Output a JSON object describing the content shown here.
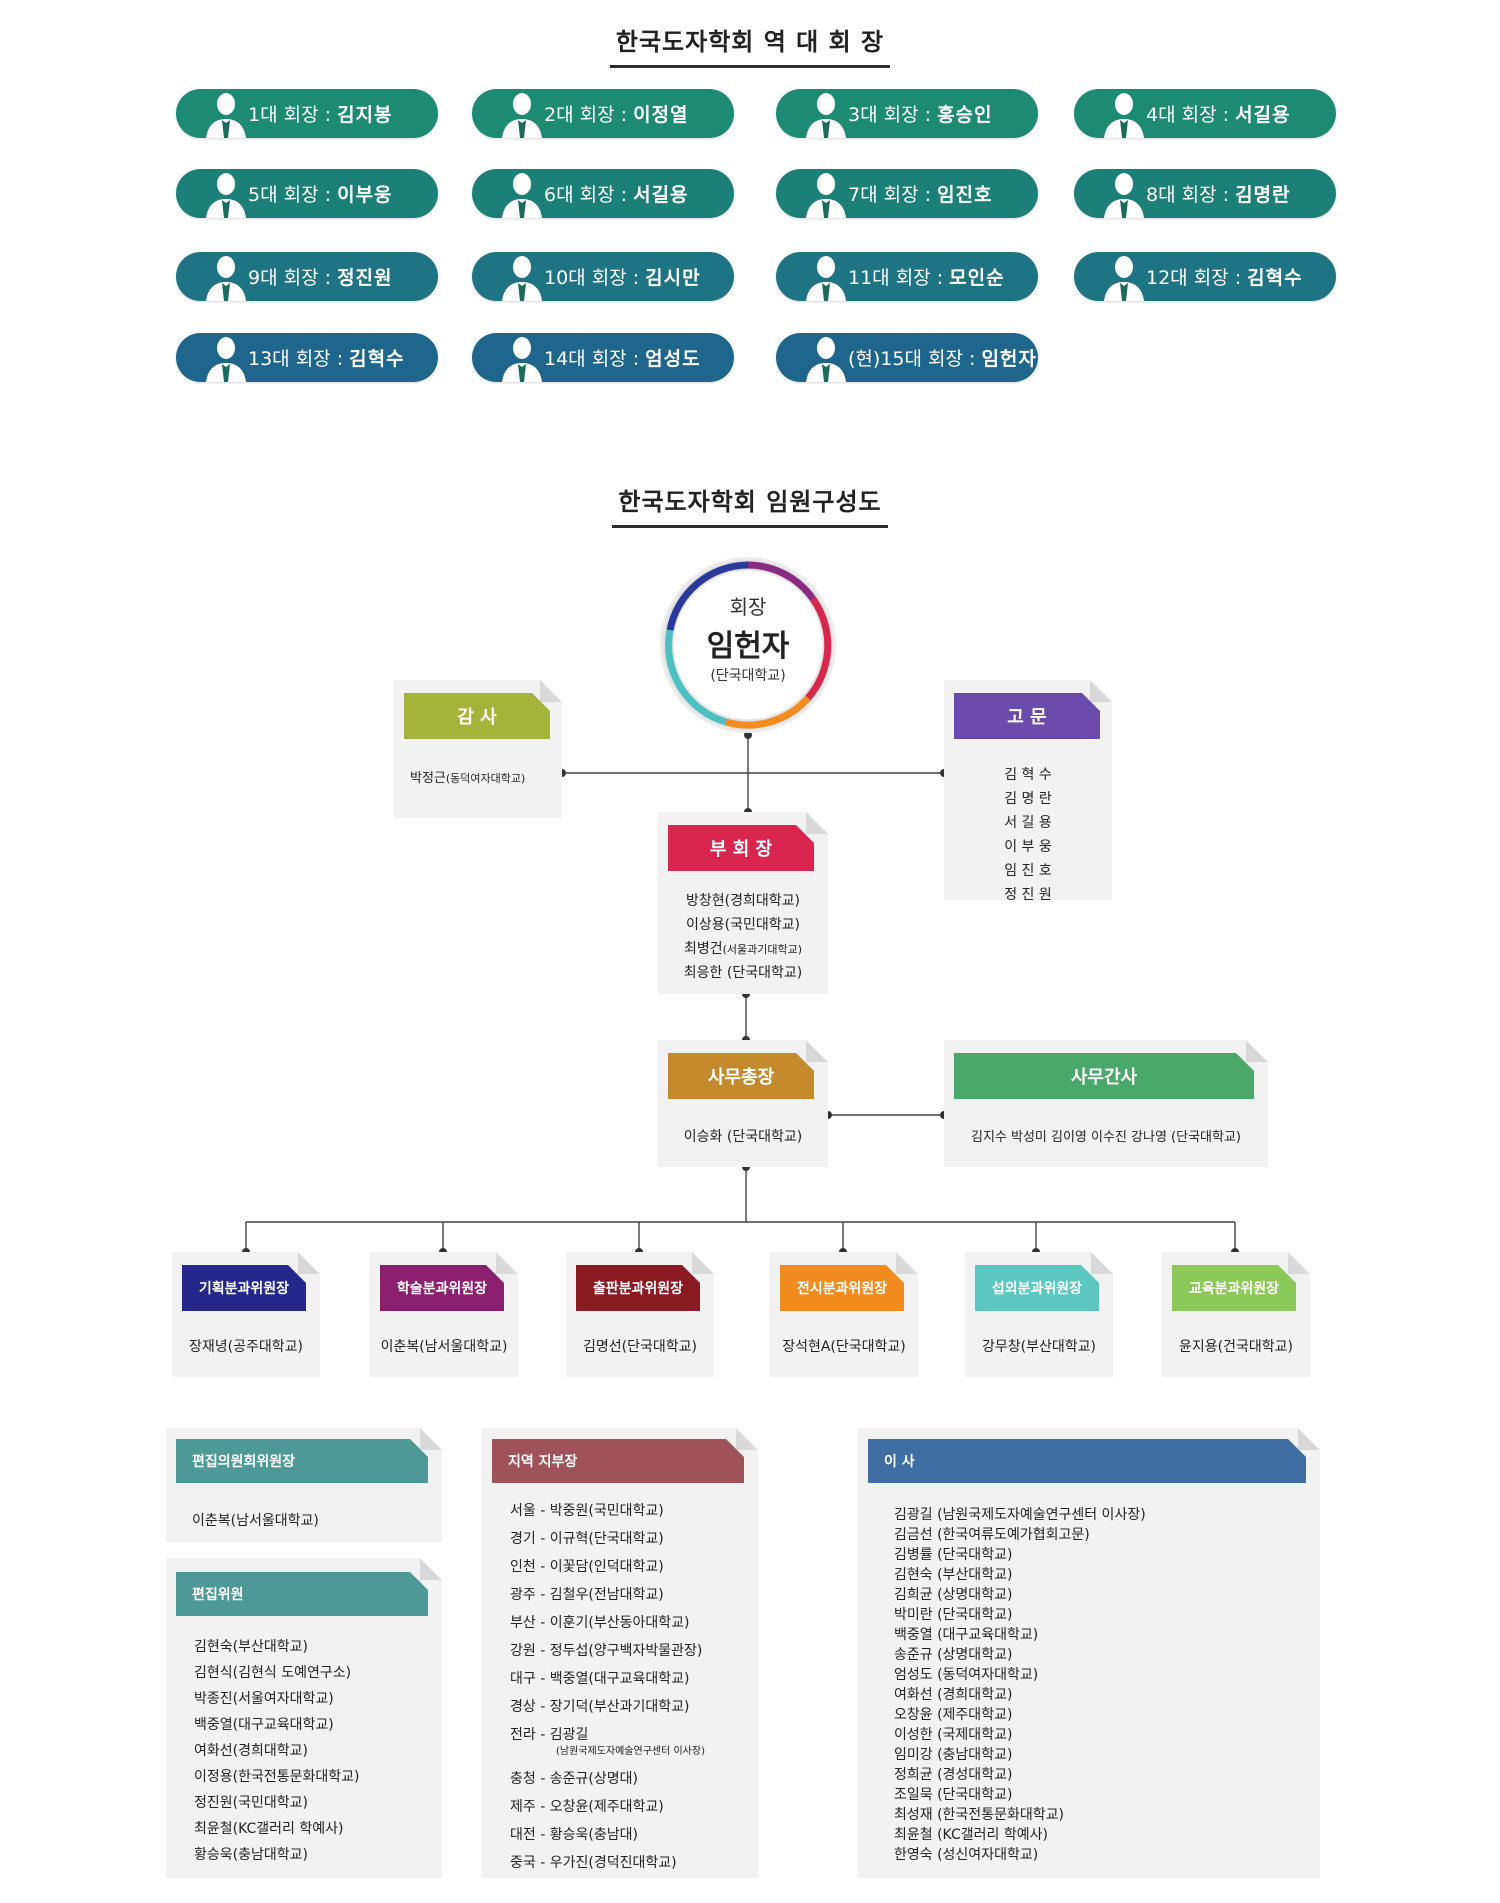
{
  "presidents_section": {
    "title": "한국도자학회 역 대 회 장",
    "presidents": [
      {
        "prefix": "1대 회장 : ",
        "name": "김지봉",
        "color": "#1d8a72"
      },
      {
        "prefix": "2대 회장 : ",
        "name": "이정열",
        "color": "#1d8a72"
      },
      {
        "prefix": "3대 회장 : ",
        "name": "홍승인",
        "color": "#1d8a72"
      },
      {
        "prefix": "4대 회장 : ",
        "name": "서길용",
        "color": "#1d8a72"
      },
      {
        "prefix": "5대 회장 : ",
        "name": "이부웅",
        "color": "#1d8078"
      },
      {
        "prefix": "6대 회장 : ",
        "name": "서길용",
        "color": "#1d8078"
      },
      {
        "prefix": "7대 회장 : ",
        "name": "임진호",
        "color": "#1d8078"
      },
      {
        "prefix": "8대 회장 : ",
        "name": "김명란",
        "color": "#1d8078"
      },
      {
        "prefix": "9대 회장 : ",
        "name": "정진원",
        "color": "#1f7483"
      },
      {
        "prefix": "10대 회장 : ",
        "name": "김시만",
        "color": "#1f7483"
      },
      {
        "prefix": "11대 회장 : ",
        "name": "모인순",
        "color": "#1f7483"
      },
      {
        "prefix": "12대 회장 : ",
        "name": "김혁수",
        "color": "#1f7483"
      },
      {
        "prefix": "13대 회장 : ",
        "name": "김혁수",
        "color": "#1f668c"
      },
      {
        "prefix": "14대 회장 : ",
        "name": "엄성도",
        "color": "#1f668c"
      },
      {
        "prefix": "(현)15대 회장 : ",
        "name": "임헌자",
        "color": "#1f668c"
      }
    ]
  },
  "org_section": {
    "title": "한국도자학회 임원구성도",
    "president": {
      "role": "회장",
      "name": "임헌자",
      "affiliation": "(단국대학교)"
    },
    "auditor": {
      "title": "감 사",
      "color": "#a4b33a",
      "member": "박정근",
      "member_aff": "(동덕여자대학교)"
    },
    "advisors": {
      "title": "고 문",
      "color": "#6a4aab",
      "members": [
        "김 혁 수",
        "김 명 란",
        "서 길 용",
        "이 부 웅",
        "임 진 호",
        "정 진 원"
      ]
    },
    "vice": {
      "title": "부 회 장",
      "color": "#d9264e",
      "members": [
        {
          "name": "방창현",
          "aff": "(경희대학교)",
          "small": false
        },
        {
          "name": "이상용",
          "aff": "(국민대학교)",
          "small": false
        },
        {
          "name": "최병건",
          "aff": "(서울과기대학교)",
          "small": true
        },
        {
          "name": "최응한",
          "aff": " (단국대학교)",
          "small": false
        }
      ]
    },
    "secretary_general": {
      "title": "사무총장",
      "color": "#c48a2c",
      "member": "이승화 (단국대학교)"
    },
    "secretaries": {
      "title": "사무간사",
      "color": "#4aa86a",
      "members": "김지수 박성미 김이영 이수진 강나영 (단국대학교)"
    },
    "committees": [
      {
        "title": "기획분과위원장",
        "color": "#25288a",
        "member": "장재녕(공주대학교)"
      },
      {
        "title": "학술분과위원장",
        "color": "#8a1f6e",
        "member": "이춘복(남서울대학교)"
      },
      {
        "title": "출판분과위원장",
        "color": "#8a1a22",
        "member": "김명선(단국대학교)"
      },
      {
        "title": "전시분과위원장",
        "color": "#f28c1e",
        "member": "장석현A(단국대학교)"
      },
      {
        "title": "섭외분과위원장",
        "color": "#5cc6c0",
        "member": "강무창(부산대학교)"
      },
      {
        "title": "교육분과위원장",
        "color": "#8cc85a",
        "member": "윤지용(건국대학교)"
      }
    ],
    "editorial_chair": {
      "title": "편집의원회위원장",
      "color": "#4f9898",
      "member": "이춘복(남서울대학교)"
    },
    "editorial_members": {
      "title": "편집위원",
      "color": "#4f9898",
      "members": [
        "김현숙(부산대학교)",
        "김현식(김현식 도예연구소)",
        "박종진(서울여자대학교)",
        "백중열(대구교육대학교)",
        "여화선(경희대학교)",
        "이정용(한국전통문화대학교)",
        "정진원(국민대학교)",
        "최윤철(KC갤러리 학예사)",
        "황승욱(충남대학교)"
      ]
    },
    "regional": {
      "title": "지역 지부장",
      "color": "#a0525a",
      "members": [
        {
          "line": "서울 - 박중원(국민대학교)"
        },
        {
          "line": "경기 - 이규혁(단국대학교)"
        },
        {
          "line": "인천 - 이꽃담(인덕대학교)"
        },
        {
          "line": "광주 - 김철우(전남대학교)"
        },
        {
          "line": "부산 - 이훈기(부산동아대학교)"
        },
        {
          "line": "강원 - 정두섭(양구백자박물관장)"
        },
        {
          "line": "대구 - 백중열(대구교육대학교)"
        },
        {
          "line": "경상 - 장기덕(부산과기대학교)"
        },
        {
          "line": "전라 - 김광길",
          "sub": "(남원국제도자예술연구센터 이사장)"
        },
        {
          "line": "충청 - 송준규(상명대)"
        },
        {
          "line": "제주 - 오창윤(제주대학교)"
        },
        {
          "line": "대전 - 황승욱(충남대)"
        },
        {
          "line": "중국 - 우가진(경덕진대학교)"
        }
      ]
    },
    "directors": {
      "title": "이 사",
      "color": "#3e6ea2",
      "members": [
        "김광길 (남원국제도자예술연구센터 이사장)",
        "김금선 (한국여류도예가협회고문)",
        "김병률 (단국대학교)",
        "김현숙 (부산대학교)",
        "김희균 (상명대학교)",
        "박미란 (단국대학교)",
        "백중열 (대구교육대학교)",
        "송준규 (상명대학교)",
        "엄성도 (동덕여자대학교)",
        "여화선 (경희대학교)",
        "오창윤 (제주대학교)",
        "이성한 (국제대학교)",
        "임미강 (충남대학교)",
        "정희균 (경성대학교)",
        "조일묵 (단국대학교)",
        "최성재 (한국전통문화대학교)",
        "최윤철 (KC갤러리 학예사)",
        "한영숙 (성신여자대학교)"
      ]
    }
  }
}
